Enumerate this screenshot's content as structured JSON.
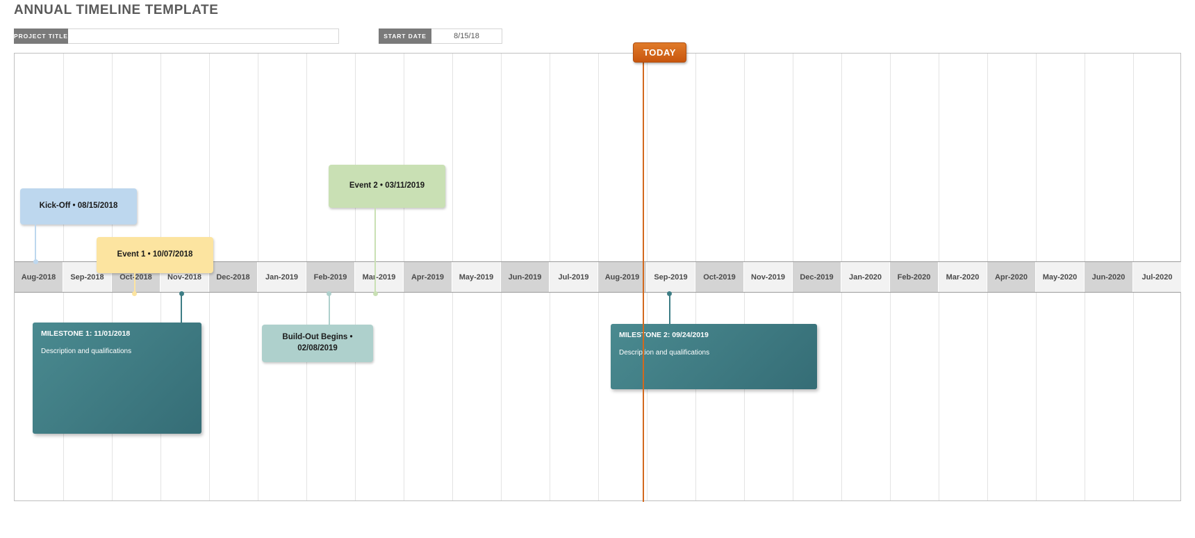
{
  "header": {
    "title": "ANNUAL TIMELINE TEMPLATE",
    "project_title_label": "PROJECT TITLE",
    "project_title_value": "",
    "project_title_placeholder": "",
    "start_date_label": "START DATE",
    "start_date_value": "8/15/18"
  },
  "today": {
    "label": "TODAY"
  },
  "chart_data": {
    "type": "timeline",
    "title": "ANNUAL TIMELINE TEMPLATE",
    "axis_label": "",
    "start_date": "8/15/18",
    "months": [
      "Aug-2018",
      "Sep-2018",
      "Oct-2018",
      "Nov-2018",
      "Dec-2018",
      "Jan-2019",
      "Feb-2019",
      "Mar-2019",
      "Apr-2019",
      "May-2019",
      "Jun-2019",
      "Jul-2019",
      "Aug-2019",
      "Sep-2019",
      "Oct-2019",
      "Nov-2019",
      "Dec-2019",
      "Jan-2020",
      "Feb-2020",
      "Mar-2020",
      "Apr-2020",
      "May-2020",
      "Jun-2020",
      "Jul-2020"
    ],
    "today_marker": {
      "label": "TODAY",
      "month_index": 12,
      "color": "#c8560f"
    },
    "events_above": [
      {
        "label": "Kick-Off • 08/15/2018",
        "date": "08/15/2018",
        "month_index": 0,
        "color": "#bdd7ee"
      },
      {
        "label": "Event 1 • 10/07/2018",
        "date": "10/07/2018",
        "month_index": 2,
        "color": "#fce4a0"
      },
      {
        "label": "Event 2 • 03/11/2019",
        "date": "03/11/2019",
        "month_index": 7,
        "color": "#c9e0b4"
      }
    ],
    "events_below": [
      {
        "title": "MILESTONE 1: 11/01/2018",
        "description": "Description and qualifications",
        "date": "11/01/2018",
        "month_index": 3,
        "color": "#3d7d85"
      },
      {
        "label": "Build-Out Begins • 02/08/2019",
        "date": "02/08/2019",
        "month_index": 6,
        "color": "#aed0cc"
      },
      {
        "title": "MILESTONE 2: 09/24/2019",
        "description": "Description and qualifications",
        "date": "09/24/2019",
        "month_index": 13,
        "color": "#3d7d85"
      }
    ]
  }
}
